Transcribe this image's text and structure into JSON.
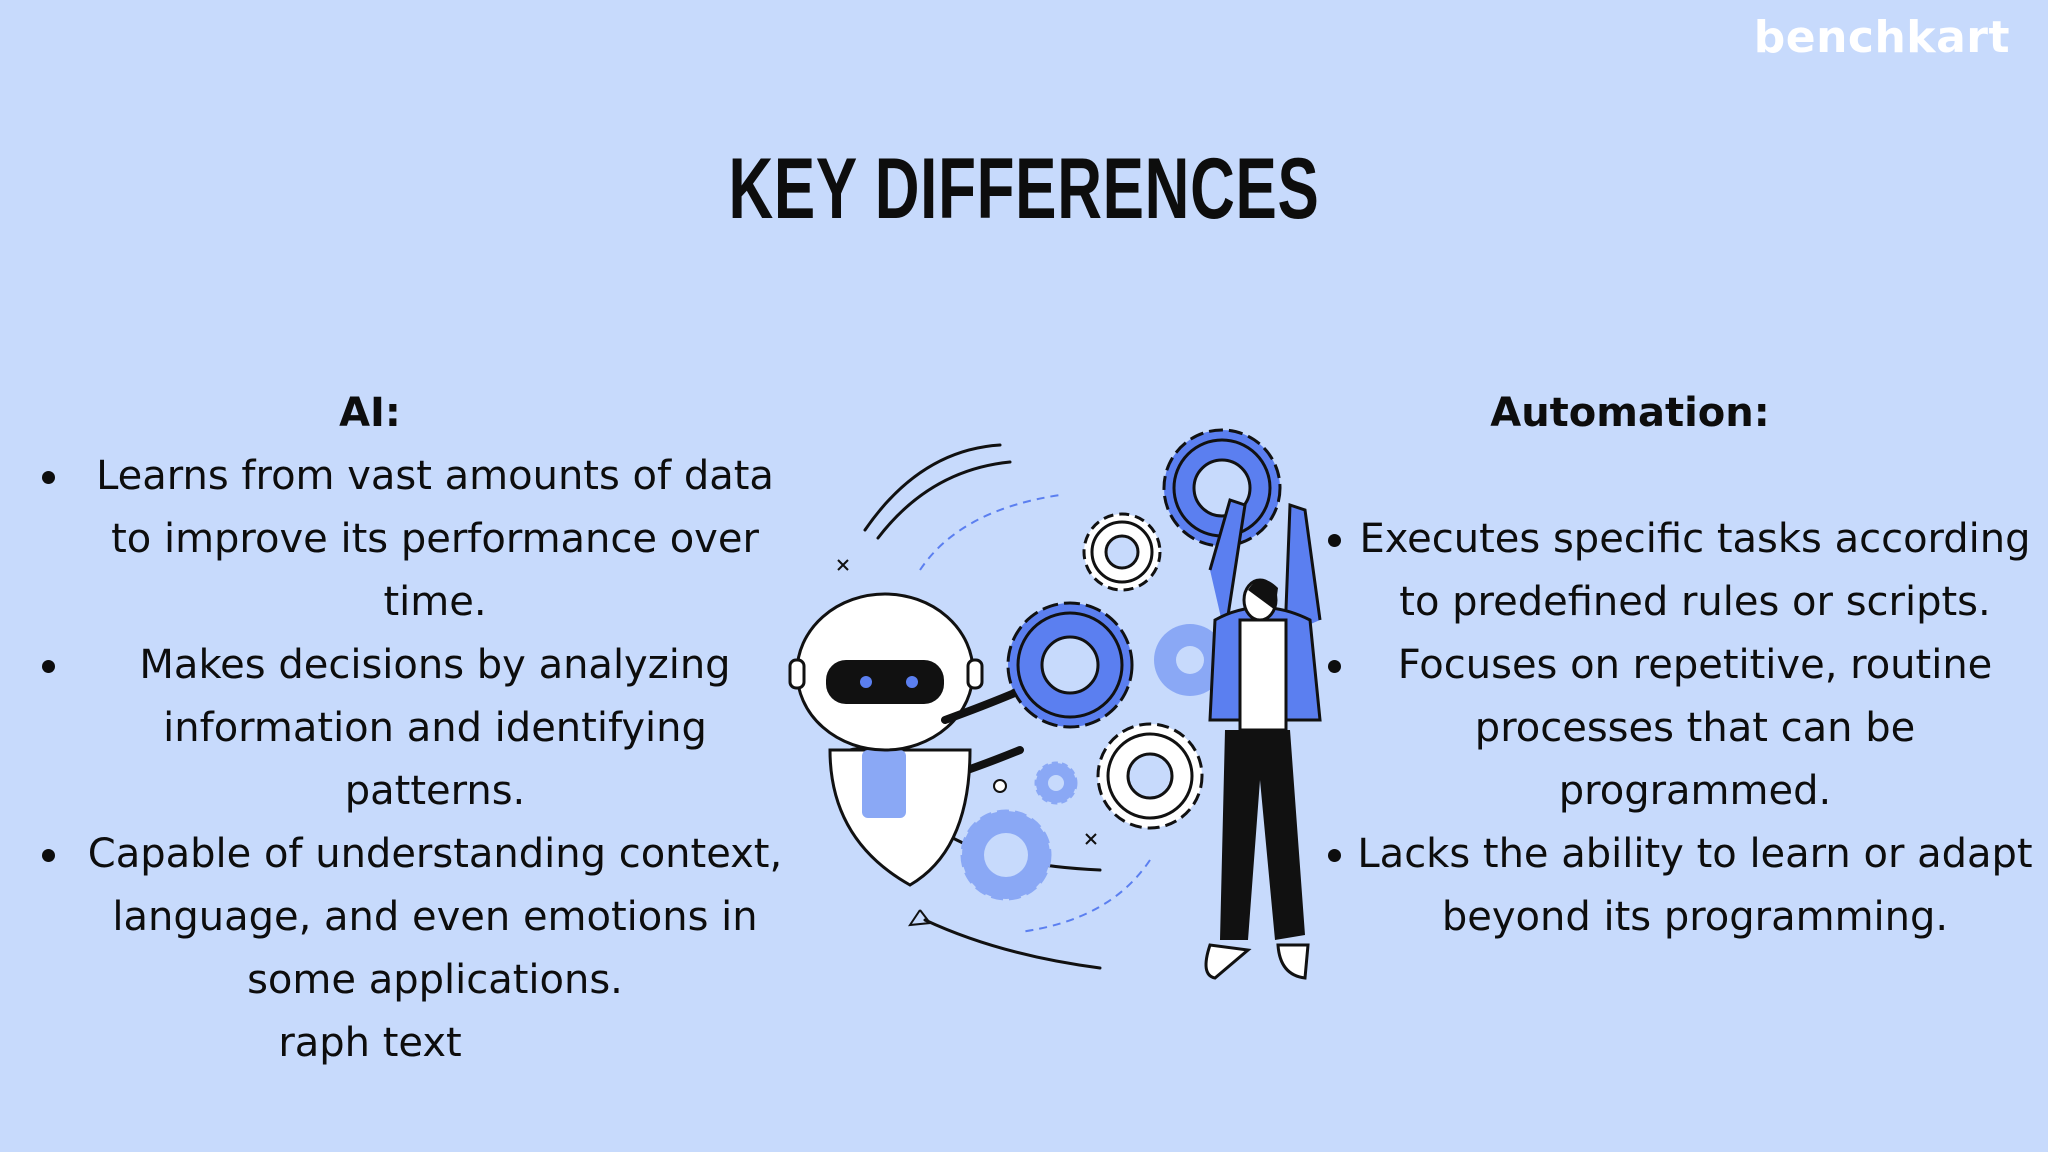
{
  "brand": "benchkart",
  "title": "KEY DIFFERENCES",
  "ai": {
    "heading": "AI:",
    "items": [
      "Learns from vast amounts of data to improve its performance over time.",
      "Makes decisions by analyzing information and identifying patterns.",
      "Capable of understanding context, language, and even emotions in some applications."
    ],
    "trailing": "raph text"
  },
  "automation": {
    "heading": "Automation:",
    "items": [
      "Executes specific tasks according to predefined rules or scripts.",
      "Focuses on repetitive, routine processes that can be programmed.",
      "Lacks the ability to learn or adapt beyond its programming."
    ]
  },
  "colors": {
    "background": "#c7dafc",
    "accent": "#5b7ff0",
    "light_accent": "#8aa8f5",
    "text": "#0d0d0d"
  },
  "illustration": {
    "icons": [
      "robot-icon",
      "gear-icon",
      "person-icon"
    ]
  }
}
